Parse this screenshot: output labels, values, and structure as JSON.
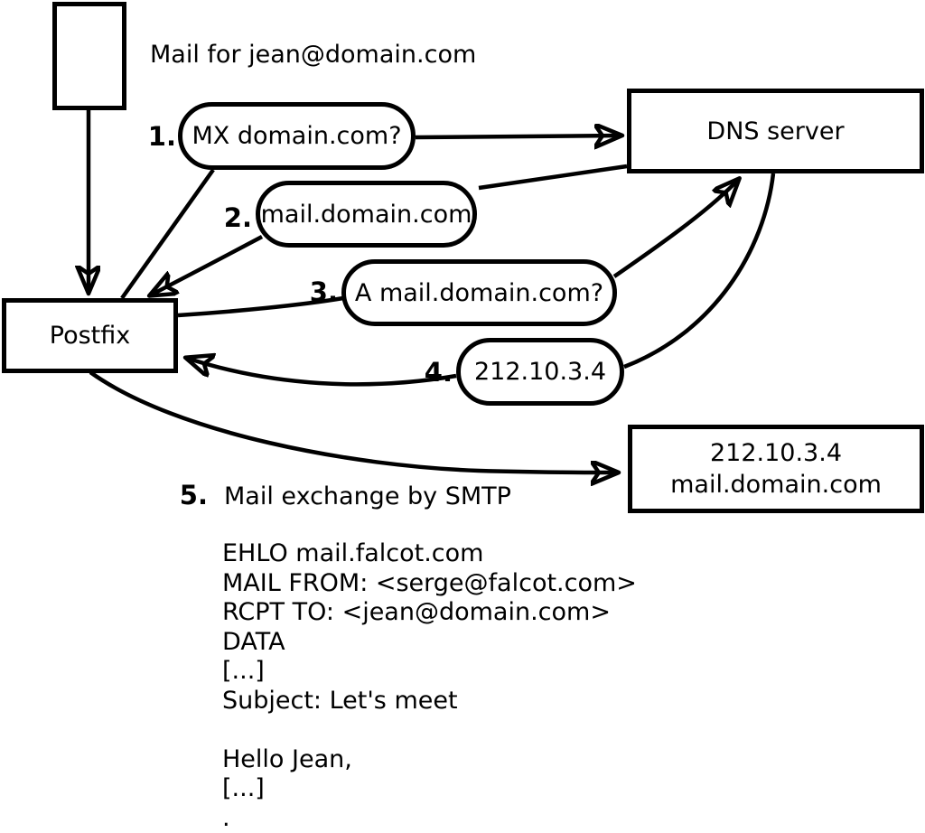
{
  "diagram": {
    "title_note": "Mail for jean@domain.com",
    "nodes": {
      "postfix": "Postfix",
      "dns_server": "DNS server",
      "mail_server": {
        "line1": "212.10.3.4",
        "line2": "mail.domain.com"
      }
    },
    "steps": [
      {
        "num": "1.",
        "label": "MX domain.com?"
      },
      {
        "num": "2.",
        "label": "mail.domain.com"
      },
      {
        "num": "3.",
        "label": "A mail.domain.com?"
      },
      {
        "num": "4.",
        "label": "212.10.3.4"
      },
      {
        "num": "5.",
        "label": "Mail exchange by SMTP"
      }
    ],
    "smtp_session": [
      "EHLO mail.falcot.com",
      "MAIL FROM: <serge@falcot.com>",
      "RCPT TO: <jean@domain.com>",
      "DATA",
      "[...]",
      "Subject: Let's meet",
      "",
      "Hello Jean,",
      "[...]",
      "."
    ],
    "colors": {
      "stroke": "#000000",
      "background": "#ffffff"
    }
  }
}
